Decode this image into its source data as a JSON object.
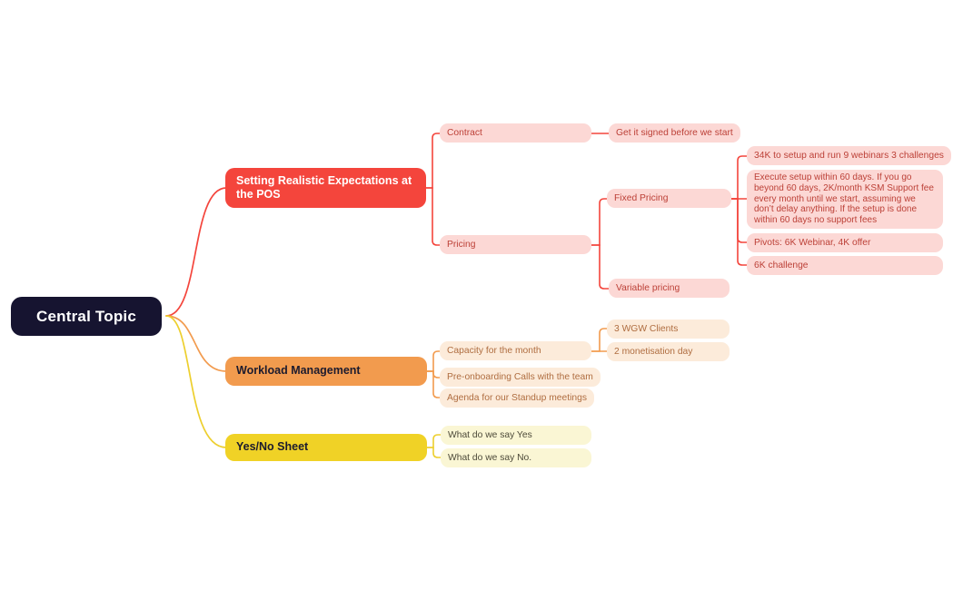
{
  "canvas": {
    "bg": "#FFFFFF"
  },
  "central": {
    "label": "Central Topic",
    "bg": "#161430",
    "text_color": "#FFFFFF"
  },
  "branches": [
    {
      "label": "Setting Realistic Expectations at the POS",
      "color": "#F4453C",
      "light_bg": "#FCD8D5",
      "light_text": "#BC4037",
      "children": [
        {
          "label": "Contract",
          "children": [
            {
              "label": "Get it signed before we start"
            }
          ]
        },
        {
          "label": "Pricing",
          "children": [
            {
              "label": "Fixed Pricing",
              "children": [
                {
                  "label": "34K to setup and run 9 webinars 3 challenges"
                },
                {
                  "label": "Execute setup within 60 days. If you go beyond 60 days, 2K/month KSM Support fee every month until we start, assuming we don’t delay anything. If the setup is done within 60 days no support fees"
                },
                {
                  "label": "Pivots: 6K Webinar, 4K offer"
                },
                {
                  "label": "6K challenge"
                }
              ]
            },
            {
              "label": "Variable pricing"
            }
          ]
        }
      ]
    },
    {
      "label": "Workload Management",
      "color": "#F29B4E",
      "light_bg": "#FCEBDA",
      "light_text": "#AF6D40",
      "children": [
        {
          "label": "Capacity for the month",
          "children": [
            {
              "label": "3 WGW Clients"
            },
            {
              "label": "2 monetisation day"
            }
          ]
        },
        {
          "label": "Pre-onboarding Calls with the team"
        },
        {
          "label": "Agenda for our Standup meetings"
        }
      ]
    },
    {
      "label": "Yes/No Sheet",
      "color": "#F0D226",
      "light_bg": "#FAF6D4",
      "light_text": "#4D4A39",
      "children": [
        {
          "label": "What do we say Yes"
        },
        {
          "label": "What do we say No."
        }
      ]
    }
  ]
}
